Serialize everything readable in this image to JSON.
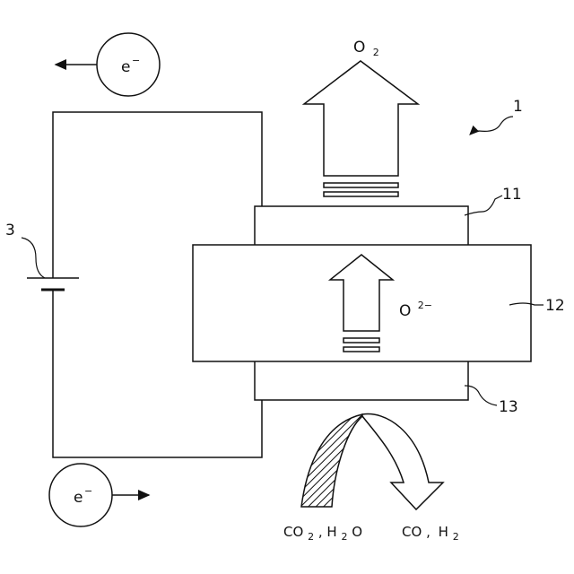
{
  "diagram": {
    "labels": {
      "device": "1",
      "power_source": "3",
      "anode_layer": "11",
      "electrolyte_layer": "12",
      "cathode_layer": "13"
    },
    "electron_top": {
      "symbol": "e",
      "sup": "−"
    },
    "electron_bottom": {
      "symbol": "e",
      "sup": "−"
    },
    "oxygen_out": {
      "main": "O",
      "sub": "2"
    },
    "oxide_ion": {
      "main": "O",
      "sup": "2−"
    },
    "inputs": {
      "part1_main": "CO",
      "part1_sub": "2",
      "sep": ",",
      "part2_main": "H",
      "part2_sub": "2",
      "part2_rest": "O"
    },
    "outputs": {
      "part1_main": "CO",
      "sep": ",",
      "part2_main": "H",
      "part2_sub": "2"
    }
  }
}
